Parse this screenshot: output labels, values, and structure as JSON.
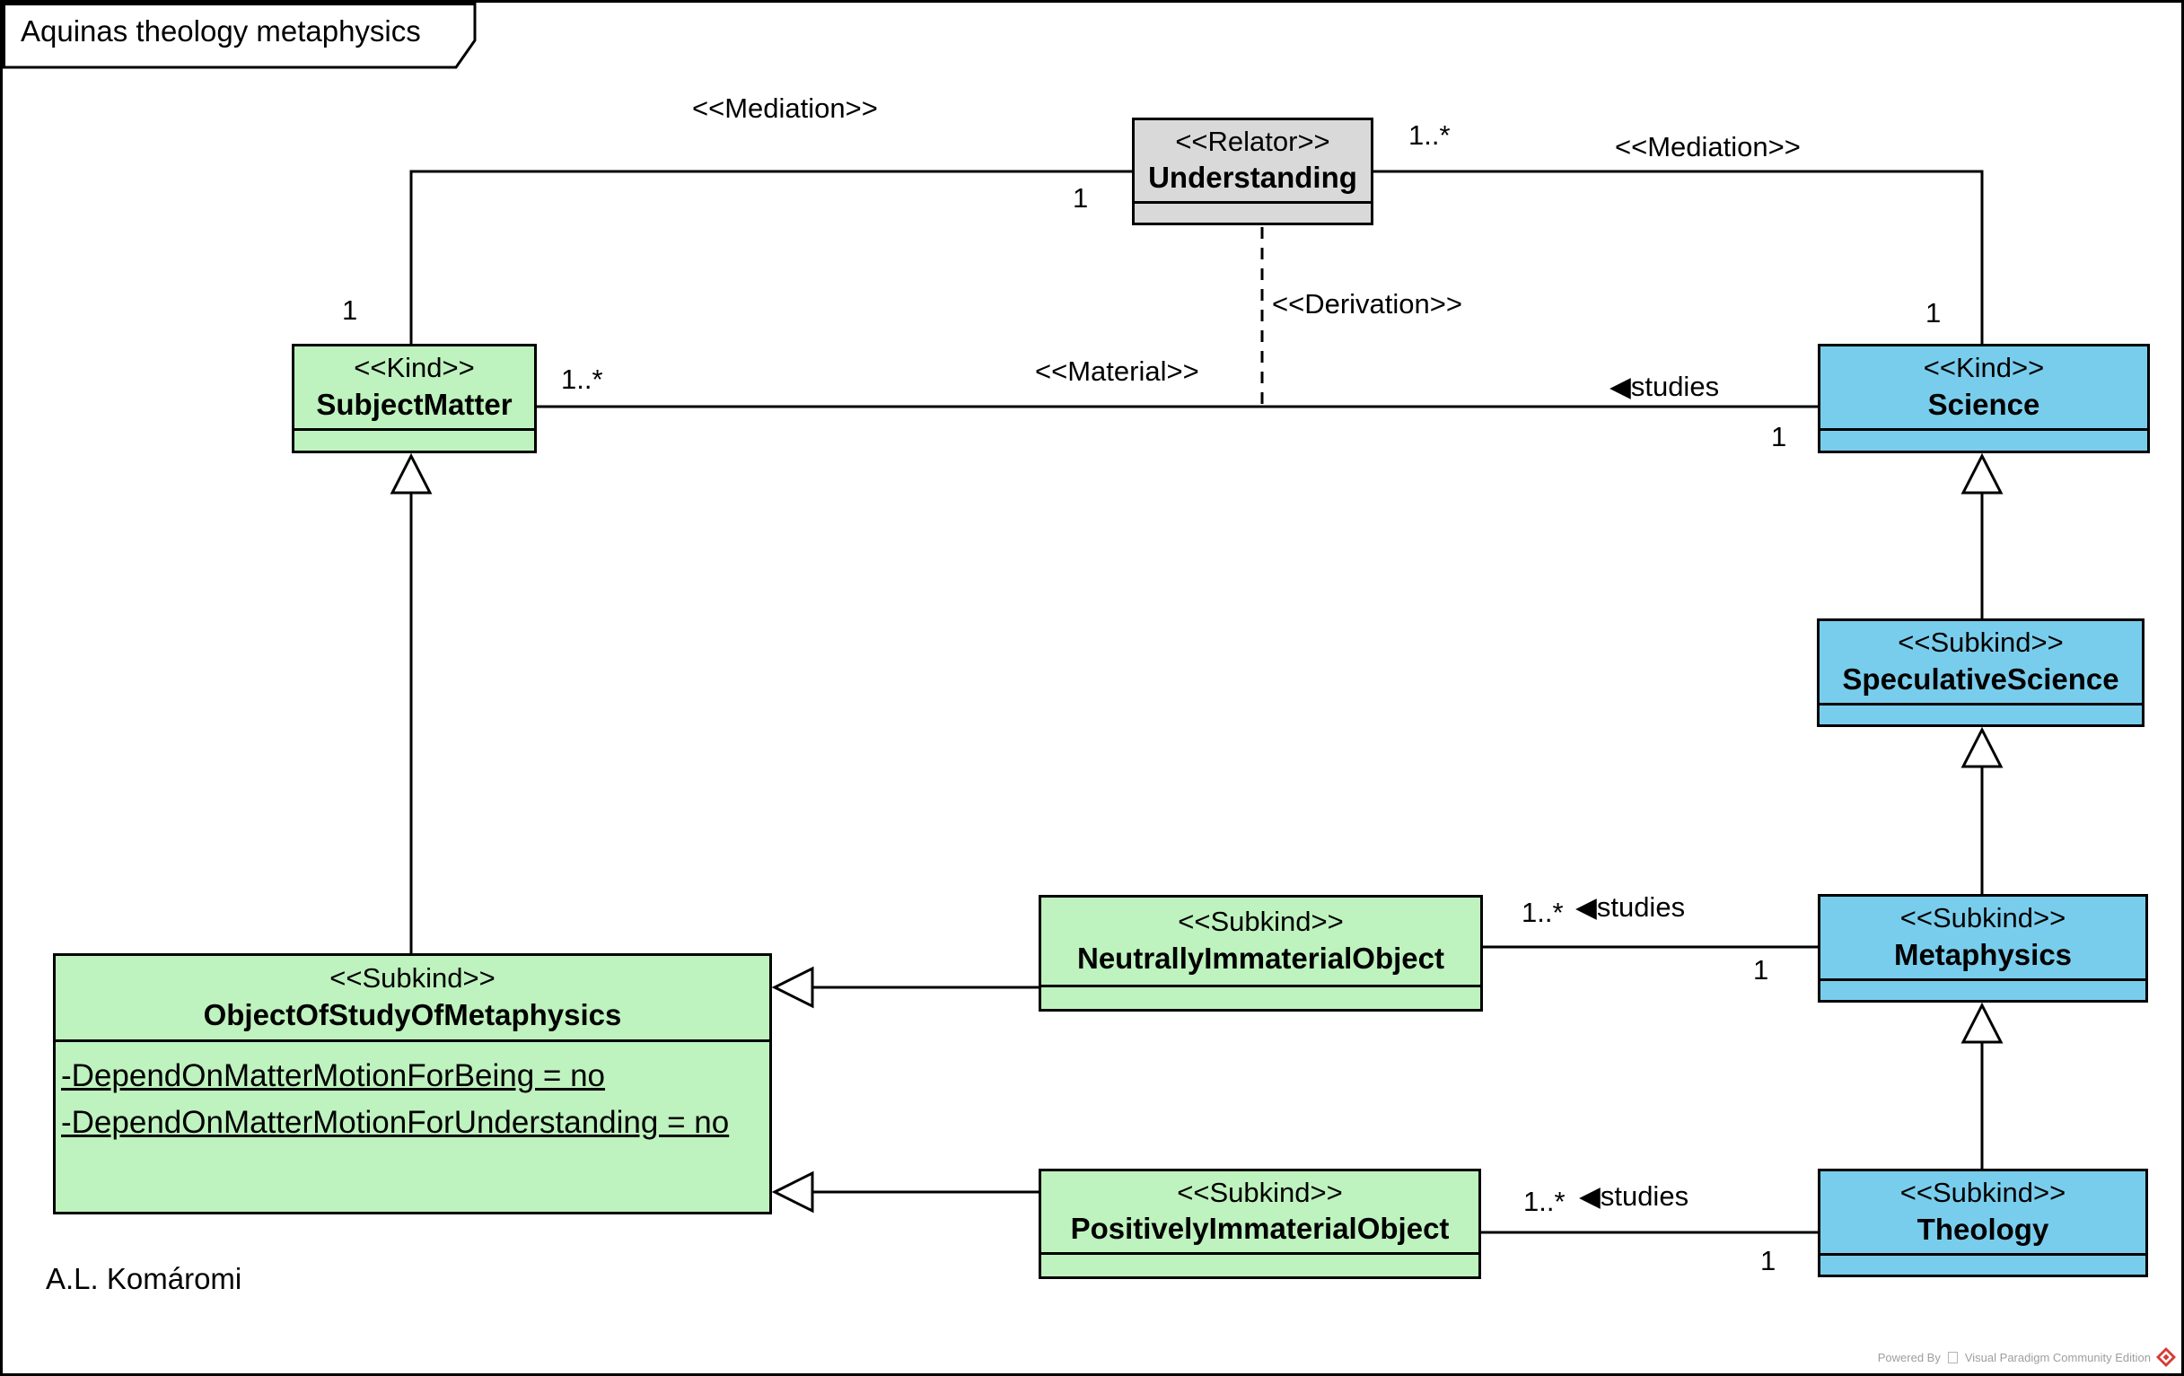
{
  "window": {
    "title": "Aquinas theology metaphysics",
    "author": "A.L. Komáromi",
    "footer": {
      "powered_by": "Powered By",
      "product": "Visual Paradigm Community Edition"
    }
  },
  "colors": {
    "kind_green": "#BEF2BE",
    "kind_blue": "#79CDEC",
    "relator_gray": "#D9D9D9",
    "line_black": "#000000"
  },
  "classes": {
    "understanding": {
      "stereotype": "<<Relator>>",
      "name": "Understanding"
    },
    "subject_matter": {
      "stereotype": "<<Kind>>",
      "name": "SubjectMatter"
    },
    "science": {
      "stereotype": "<<Kind>>",
      "name": "Science"
    },
    "speculative_science": {
      "stereotype": "<<Subkind>>",
      "name": "SpeculativeScience"
    },
    "metaphysics": {
      "stereotype": "<<Subkind>>",
      "name": "Metaphysics"
    },
    "theology": {
      "stereotype": "<<Subkind>>",
      "name": "Theology"
    },
    "neutrally_immaterial_object": {
      "stereotype": "<<Subkind>>",
      "name": "NeutrallyImmaterialObject"
    },
    "positively_immaterial_object": {
      "stereotype": "<<Subkind>>",
      "name": "PositivelyImmaterialObject"
    },
    "object_of_study_of_metaphysics": {
      "stereotype": "<<Subkind>>",
      "name": "ObjectOfStudyOfMetaphysics",
      "attributes": [
        "-DependOnMatterMotionForBeing = no",
        "-DependOnMatterMotionForUnderstanding = no"
      ]
    }
  },
  "edge_labels": {
    "mediation_left": "<<Mediation>>",
    "mediation_right": "<<Mediation>>",
    "material": "<<Material>>",
    "derivation": "<<Derivation>>",
    "studies_main": "◀studies",
    "studies_metaphysics": "◀studies",
    "studies_theology": "◀studies"
  },
  "multiplicities": {
    "subject_matter_mediation": "1",
    "understanding_mediation_left": "1",
    "understanding_mediation_right": "1..*",
    "science_mediation": "1",
    "subject_matter_studies": "1..*",
    "science_studies": "1",
    "neutrally_studies": "1..*",
    "metaphysics_studies": "1",
    "positively_studies": "1..*",
    "theology_studies": "1"
  }
}
